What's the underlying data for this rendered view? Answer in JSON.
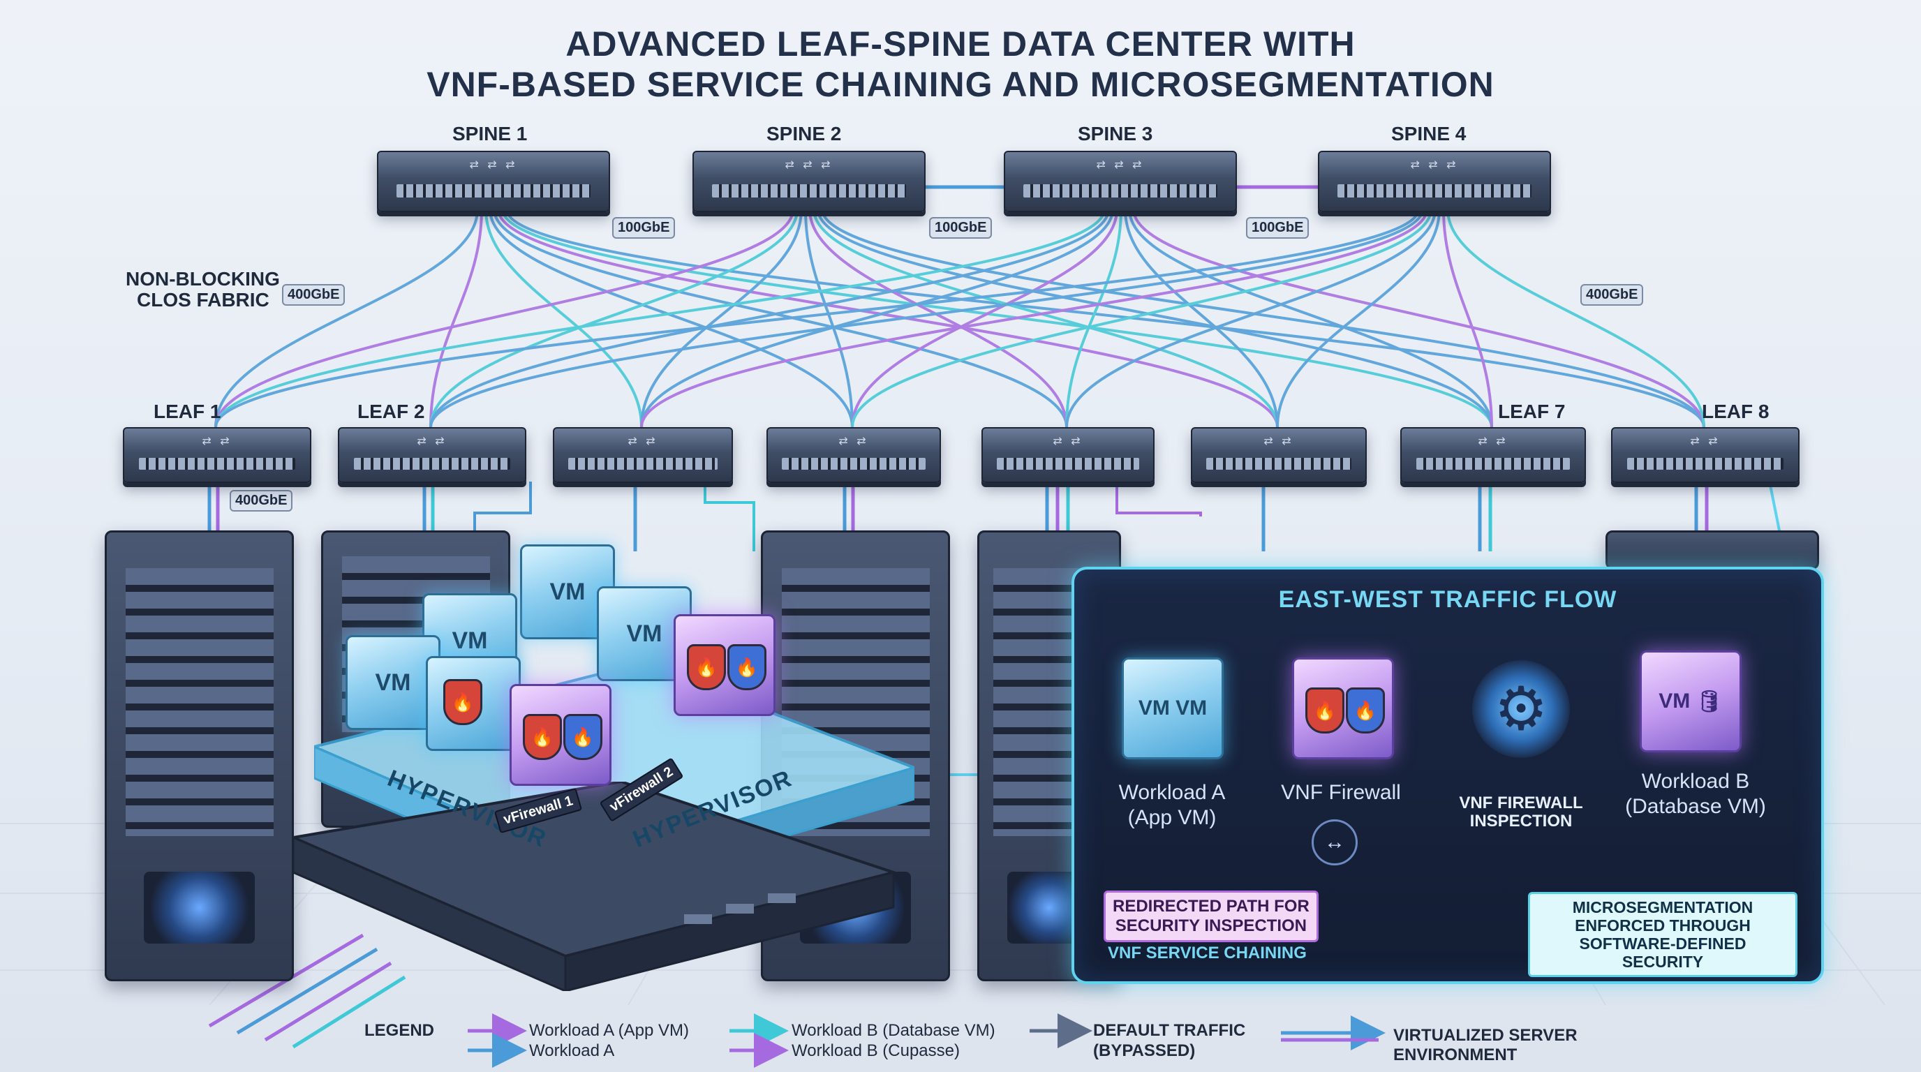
{
  "title": {
    "line1": "Advanced Leaf-Spine Data Center with",
    "line2": "VNF-Based Service Chaining and Microsegmentation"
  },
  "spines": [
    "SPINE 1",
    "SPINE 2",
    "SPINE 3",
    "SPINE 4"
  ],
  "leaves": {
    "leaf1": "LEAF 1",
    "leaf2": "LEAF 2",
    "leaf7": "LEAF 7",
    "leaf8": "LEAF 8"
  },
  "fabric_label": {
    "line1": "NON-BLOCKING",
    "line2": "CLOS FABRIC"
  },
  "speeds": {
    "spine_link_1": "100GbE",
    "spine_link_2": "100GbE",
    "spine_link_3": "100GbE",
    "uplink_left": "400GbE",
    "uplink_right": "400GbE",
    "leaf_rack": "400GbE"
  },
  "server": {
    "vm_label": "VM",
    "hypervisor_left": "HYPERVISOR",
    "hypervisor_right": "HYPERVISOR",
    "vfirewall_1": "vFirewall 1",
    "vfirewall_2": "vFirewall 2"
  },
  "panel": {
    "title": "EAST-WEST TRAFFIC FLOW",
    "workload_a": {
      "line1": "Workload A",
      "line2": "(App VM)"
    },
    "vnf_firewall": "VNF Firewall",
    "inspection": {
      "line1": "VNF FIREWALL",
      "line2": "INSPECTION"
    },
    "workload_b": {
      "line1": "Workload B",
      "line2": "(Database VM)"
    },
    "redirected": {
      "line1": "REDIRECTED PATH FOR",
      "line2": "SECURITY INSPECTION"
    },
    "service_chaining": "VNF SERVICE CHAINING",
    "microseg": {
      "line1": "MICROSEGMENTATION",
      "line2": "ENFORCED THROUGH",
      "line3": "SOFTWARE-DEFINED SECURITY"
    }
  },
  "legend": {
    "heading": "LEGEND",
    "items": [
      "Workload A (App VM)",
      "Workload A",
      "Workload B (Database VM)",
      "Workload B (Cupasse)"
    ],
    "default_traffic": {
      "line1": "DEFAULT TRAFFIC",
      "line2": "(BYPASSED)"
    },
    "virtualized": {
      "line1": "VIRTUALIZED SERVER",
      "line2": "ENVIRONMENT"
    }
  },
  "colors": {
    "purple": "#a66ae0",
    "blue": "#4a9bd8",
    "cyan": "#3fc8d6",
    "gray": "#5e6e8a",
    "panel_border": "#5fd4f0"
  }
}
